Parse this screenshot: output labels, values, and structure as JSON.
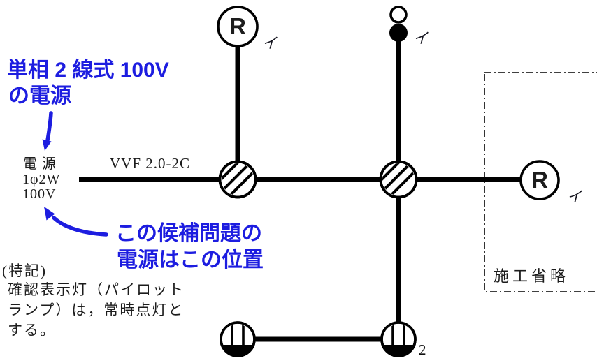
{
  "colors": {
    "annotation_blue": "#1d1de0",
    "diagram_black": "#000000",
    "text_dark": "#1c1c1c"
  },
  "annotations": {
    "source_note_line1": "単相 2 線式 100V",
    "source_note_line2": "の電源",
    "position_note_line1": "この候補問題の",
    "position_note_line2": "電源はこの位置"
  },
  "power_source": {
    "title": "電 源",
    "phase": "1φ2W",
    "voltage": "100V"
  },
  "cable": {
    "label": "VVF 2.0-2C"
  },
  "special_note": {
    "title": "(特記)",
    "line1": "確認表示灯（パイロット",
    "line2": "ランプ）は，常時点灯と",
    "line3": "する。"
  },
  "omission_box": {
    "label": "施工省略"
  },
  "devices": {
    "lamp_top": {
      "label": "R",
      "subscript": "イ"
    },
    "ceiling_light": {
      "subscript": "イ"
    },
    "lamp_right": {
      "label": "R",
      "subscript": "イ"
    },
    "outlet_double": {
      "subscript": "2"
    }
  }
}
